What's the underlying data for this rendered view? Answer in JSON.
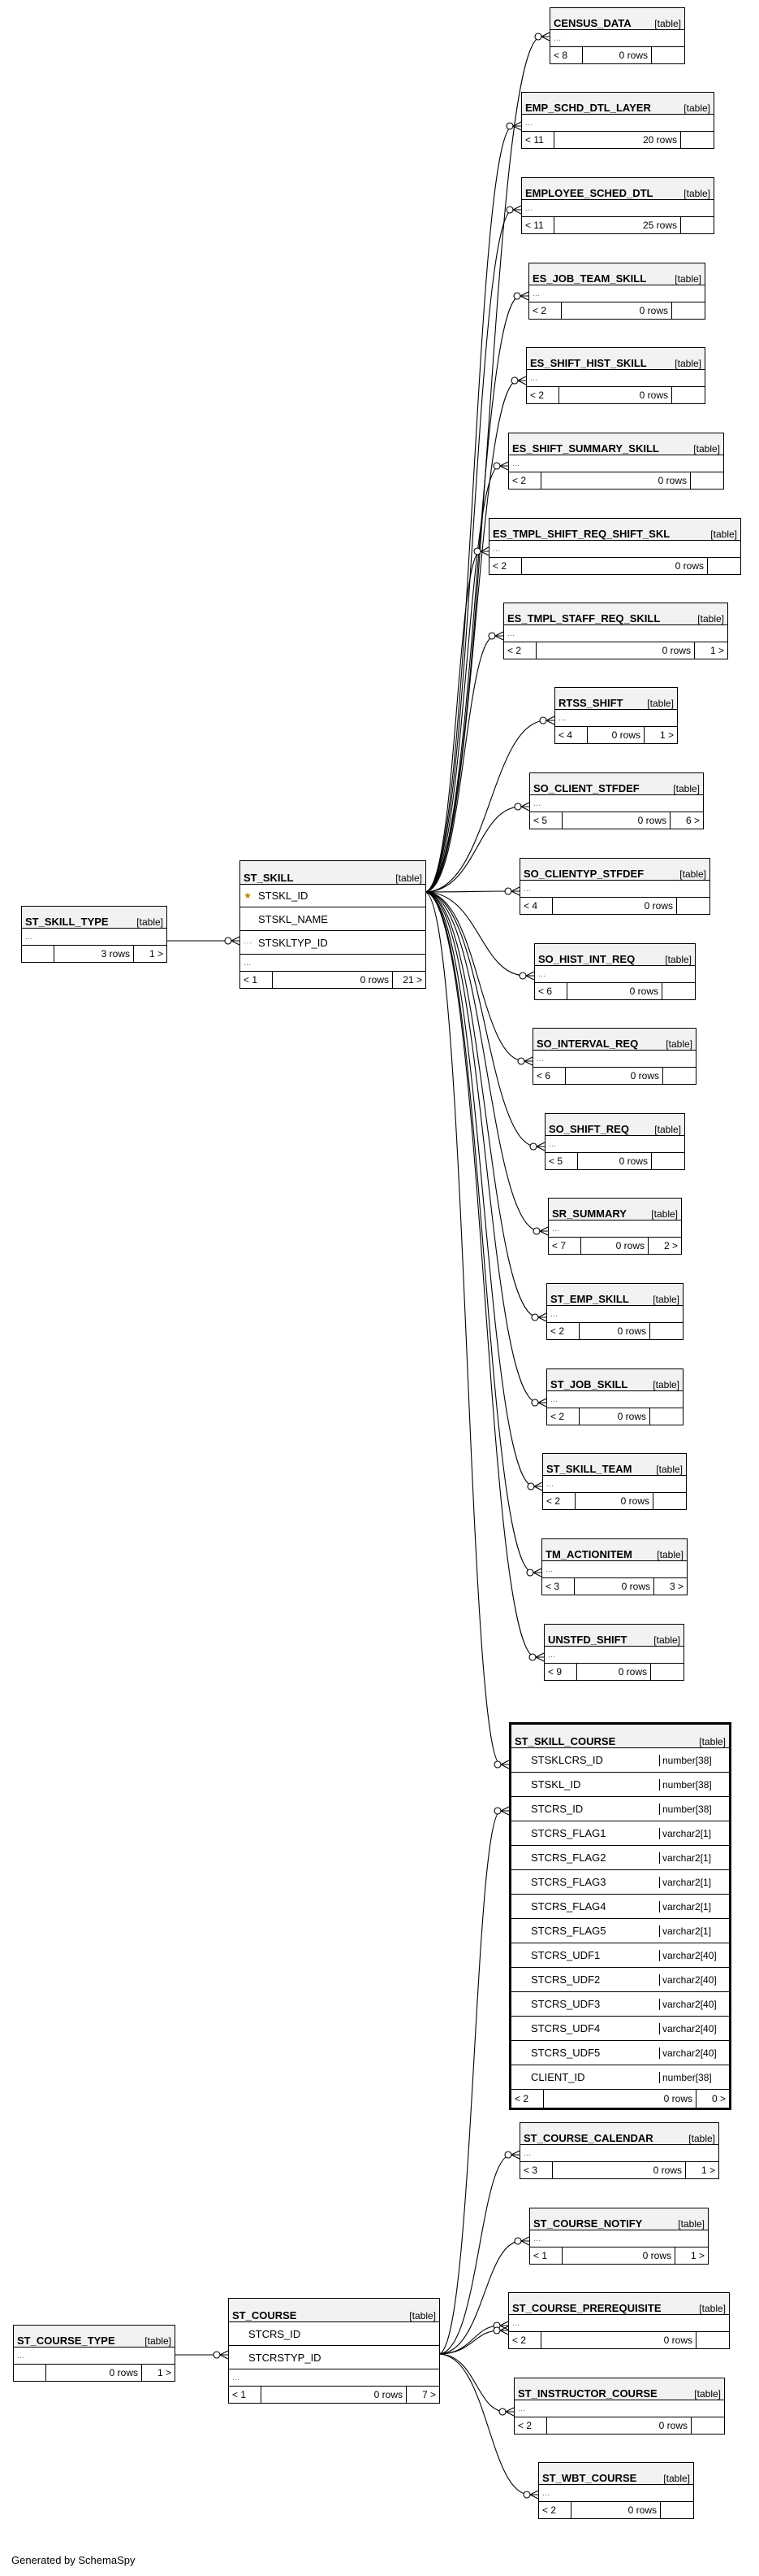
{
  "table_tag": "[table]",
  "footer": "Generated by SchemaSpy",
  "tables": {
    "census_data": {
      "name": "CENSUS_DATA",
      "parents": "< 8",
      "rows": "0 rows",
      "children": ""
    },
    "emp_schd_dtl_layer": {
      "name": "EMP_SCHD_DTL_LAYER",
      "parents": "< 11",
      "rows": "20 rows",
      "children": ""
    },
    "employee_sched_dtl": {
      "name": "EMPLOYEE_SCHED_DTL",
      "parents": "< 11",
      "rows": "25 rows",
      "children": ""
    },
    "es_job_team_skill": {
      "name": "ES_JOB_TEAM_SKILL",
      "parents": "< 2",
      "rows": "0 rows",
      "children": ""
    },
    "es_shift_hist_skill": {
      "name": "ES_SHIFT_HIST_SKILL",
      "parents": "< 2",
      "rows": "0 rows",
      "children": ""
    },
    "es_shift_summary_skill": {
      "name": "ES_SHIFT_SUMMARY_SKILL",
      "parents": "< 2",
      "rows": "0 rows",
      "children": ""
    },
    "es_tmpl_shift_req_shift_skl": {
      "name": "ES_TMPL_SHIFT_REQ_SHIFT_SKL",
      "parents": "< 2",
      "rows": "0 rows",
      "children": ""
    },
    "es_tmpl_staff_req_skill": {
      "name": "ES_TMPL_STAFF_REQ_SKILL",
      "parents": "< 2",
      "rows": "0 rows",
      "children": "1 >"
    },
    "rtss_shift": {
      "name": "RTSS_SHIFT",
      "parents": "< 4",
      "rows": "0 rows",
      "children": "1 >"
    },
    "so_client_stfdef": {
      "name": "SO_CLIENT_STFDEF",
      "parents": "< 5",
      "rows": "0 rows",
      "children": "6 >"
    },
    "so_clienttyp_stfdef": {
      "name": "SO_CLIENTYP_STFDEF",
      "parents": "< 4",
      "rows": "0 rows",
      "children": ""
    },
    "so_hist_int_req": {
      "name": "SO_HIST_INT_REQ",
      "parents": "< 6",
      "rows": "0 rows",
      "children": ""
    },
    "so_interval_req": {
      "name": "SO_INTERVAL_REQ",
      "parents": "< 6",
      "rows": "0 rows",
      "children": ""
    },
    "so_shift_req": {
      "name": "SO_SHIFT_REQ",
      "parents": "< 5",
      "rows": "0 rows",
      "children": ""
    },
    "sr_summary": {
      "name": "SR_SUMMARY",
      "parents": "< 7",
      "rows": "0 rows",
      "children": "2 >"
    },
    "st_emp_skill": {
      "name": "ST_EMP_SKILL",
      "parents": "< 2",
      "rows": "0 rows",
      "children": ""
    },
    "st_job_skill": {
      "name": "ST_JOB_SKILL",
      "parents": "< 2",
      "rows": "0 rows",
      "children": ""
    },
    "st_skill_team": {
      "name": "ST_SKILL_TEAM",
      "parents": "< 2",
      "rows": "0 rows",
      "children": ""
    },
    "tm_actionitem": {
      "name": "TM_ACTIONITEM",
      "parents": "< 3",
      "rows": "0 rows",
      "children": "3 >"
    },
    "unstfd_shift": {
      "name": "UNSTFD_SHIFT",
      "parents": "< 9",
      "rows": "0 rows",
      "children": ""
    },
    "st_skill_type": {
      "name": "ST_SKILL_TYPE",
      "parents": "",
      "rows": "3 rows",
      "children": "1 >"
    },
    "st_skill": {
      "name": "ST_SKILL",
      "parents": "< 1",
      "rows": "0 rows",
      "children": "21 >",
      "columns": [
        "STSKL_ID",
        "STSKL_NAME",
        "STSKLTYP_ID"
      ]
    },
    "st_skill_course": {
      "name": "ST_SKILL_COURSE",
      "parents": "< 2",
      "rows": "0 rows",
      "children": "0 >",
      "columns": [
        {
          "name": "STSKLCRS_ID",
          "type": "number[38]"
        },
        {
          "name": "STSKL_ID",
          "type": "number[38]"
        },
        {
          "name": "STCRS_ID",
          "type": "number[38]"
        },
        {
          "name": "STCRS_FLAG1",
          "type": "varchar2[1]"
        },
        {
          "name": "STCRS_FLAG2",
          "type": "varchar2[1]"
        },
        {
          "name": "STCRS_FLAG3",
          "type": "varchar2[1]"
        },
        {
          "name": "STCRS_FLAG4",
          "type": "varchar2[1]"
        },
        {
          "name": "STCRS_FLAG5",
          "type": "varchar2[1]"
        },
        {
          "name": "STCRS_UDF1",
          "type": "varchar2[40]"
        },
        {
          "name": "STCRS_UDF2",
          "type": "varchar2[40]"
        },
        {
          "name": "STCRS_UDF3",
          "type": "varchar2[40]"
        },
        {
          "name": "STCRS_UDF4",
          "type": "varchar2[40]"
        },
        {
          "name": "STCRS_UDF5",
          "type": "varchar2[40]"
        },
        {
          "name": "CLIENT_ID",
          "type": "number[38]"
        }
      ]
    },
    "st_course_calendar": {
      "name": "ST_COURSE_CALENDAR",
      "parents": "< 3",
      "rows": "0 rows",
      "children": "1 >"
    },
    "st_course_notify": {
      "name": "ST_COURSE_NOTIFY",
      "parents": "< 1",
      "rows": "0 rows",
      "children": "1 >"
    },
    "st_course_prerequisite": {
      "name": "ST_COURSE_PREREQUISITE",
      "parents": "< 2",
      "rows": "0 rows",
      "children": ""
    },
    "st_instructor_course": {
      "name": "ST_INSTRUCTOR_COURSE",
      "parents": "< 2",
      "rows": "0 rows",
      "children": ""
    },
    "st_wbt_course": {
      "name": "ST_WBT_COURSE",
      "parents": "< 2",
      "rows": "0 rows",
      "children": ""
    },
    "st_course_type": {
      "name": "ST_COURSE_TYPE",
      "parents": "",
      "rows": "0 rows",
      "children": "1 >"
    },
    "st_course": {
      "name": "ST_COURSE",
      "parents": "< 1",
      "rows": "0 rows",
      "children": "7 >",
      "columns": [
        "STCRS_ID",
        "STCRSTYP_ID"
      ]
    }
  }
}
